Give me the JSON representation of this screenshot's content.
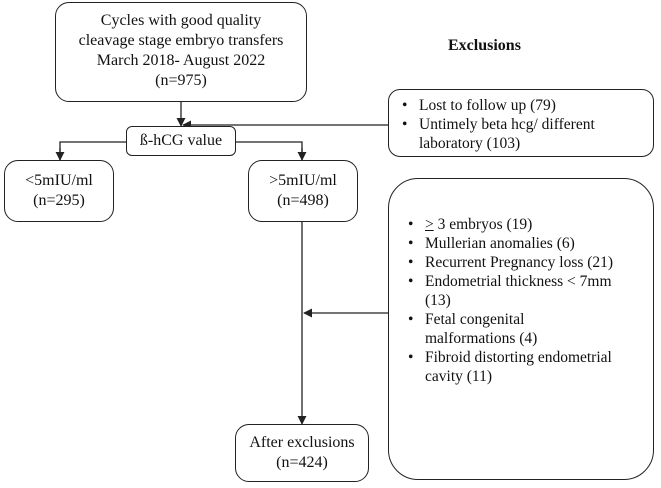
{
  "source_box": {
    "lines": [
      "Cycles with good quality",
      "cleavage stage embryo transfers",
      "March 2018- August 2022",
      "(n=975)"
    ]
  },
  "exclusions_heading": "Exclusions",
  "first_exclusions": [
    "Lost to follow up (79)",
    "Untimely beta hcg/ different laboratory (103)"
  ],
  "hcg_box": {
    "label": "ß-hCG value"
  },
  "low_box": {
    "lines": [
      "<5mIU/ml",
      "(n=295)"
    ]
  },
  "high_box": {
    "lines": [
      ">5mIU/ml",
      "(n=498)"
    ]
  },
  "second_exclusions": {
    "first_item": {
      "symbol": ">",
      "text": " 3 embryos (19)"
    },
    "items": [
      "Mullerian anomalies (6)",
      "Recurrent Pregnancy loss (21)",
      "Endometrial thickness < 7mm (13)",
      "Fetal congenital malformations (4)",
      "Fibroid distorting endometrial cavity (11)"
    ]
  },
  "final_box": {
    "lines": [
      "After exclusions",
      "(n=424)"
    ]
  }
}
